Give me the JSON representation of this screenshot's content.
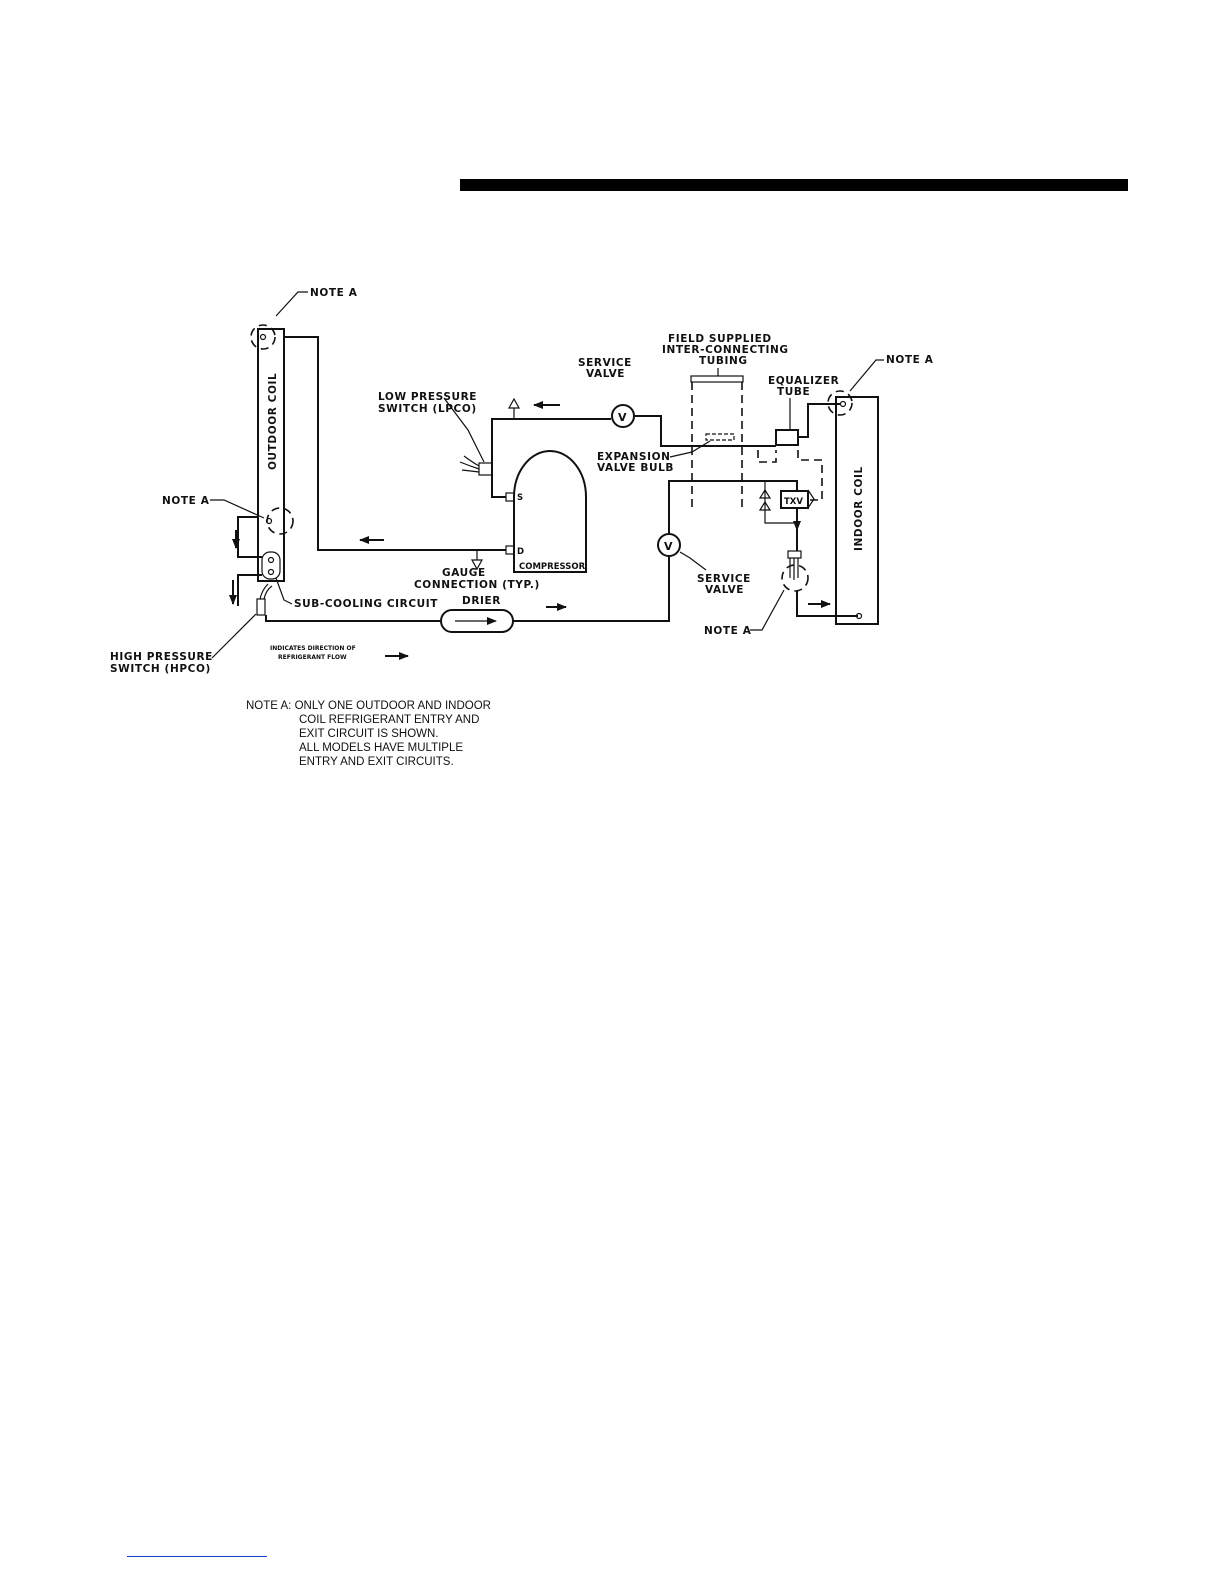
{
  "diagram": {
    "labels": {
      "note_a_top": "NOTE A",
      "note_a_mid": "NOTE A",
      "note_a_right": "NOTE A",
      "note_a_bottom": "NOTE A",
      "outdoor_coil": "OUTDOOR COIL",
      "indoor_coil": "INDOOR COIL",
      "low_pressure_switch": [
        "LOW PRESSURE",
        "SWITCH (LPCO)"
      ],
      "service_valve_top": [
        "SERVICE",
        "VALVE"
      ],
      "service_valve_bottom": [
        "SERVICE",
        "VALVE"
      ],
      "field_supplied": [
        "FIELD SUPPLIED",
        "INTER-CONNECTING",
        "TUBING"
      ],
      "equalizer_tube": [
        "EQUALIZER",
        "TUBE"
      ],
      "expansion_valve_bulb": [
        "EXPANSION",
        "VALVE BULB"
      ],
      "compressor": "COMPRESSOR",
      "suction_port": "S",
      "discharge_port": "D",
      "gauge_connection": [
        "GAUGE",
        "CONNECTION (TYP.)"
      ],
      "sub_cooling_circuit": "SUB-COOLING CIRCUIT",
      "drier": "DRIER",
      "high_pressure_switch": [
        "HIGH PRESSURE",
        "SWITCH (HPCO)"
      ],
      "flow_indicator": [
        "INDICATES DIRECTION OF",
        "REFRIGERANT FLOW"
      ],
      "txv": "TXV",
      "valve_symbol": "V"
    },
    "note": [
      "NOTE A: ONLY ONE OUTDOOR AND INDOOR",
      "COIL REFRIGERANT ENTRY AND",
      "EXIT CIRCUIT IS SHOWN.",
      "ALL MODELS HAVE MULTIPLE",
      "ENTRY AND EXIT CIRCUITS."
    ]
  }
}
